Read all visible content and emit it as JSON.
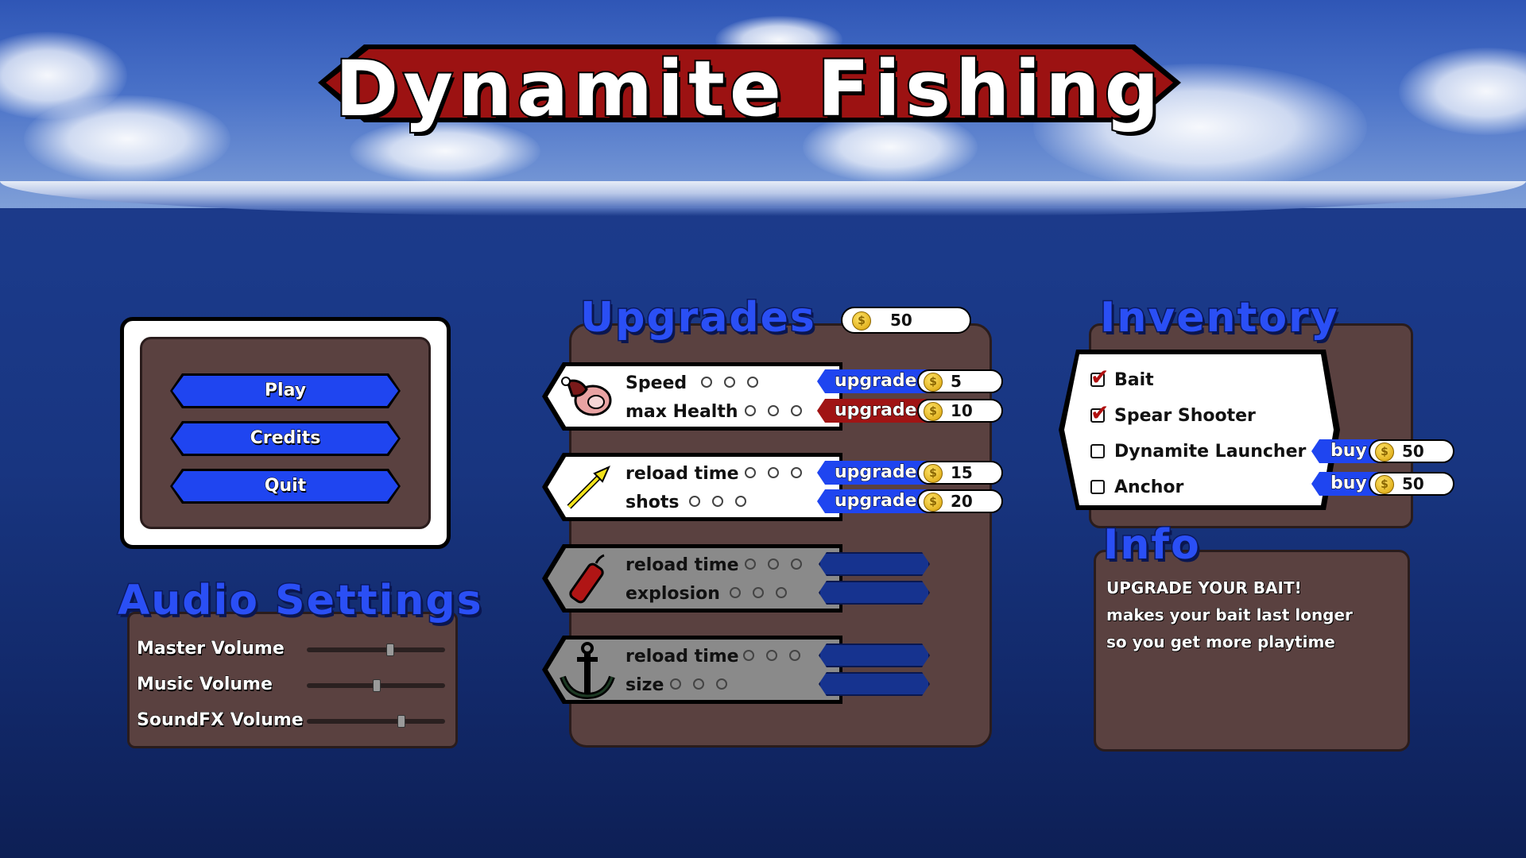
{
  "title": "Dynamite Fishing",
  "colors": {
    "accent_blue": "#1f45f0",
    "danger_red": "#a01414",
    "panel_brown": "#5a4140",
    "banner_red": "#9c1212"
  },
  "menu": {
    "play": "Play",
    "credits": "Credits",
    "quit": "Quit"
  },
  "audio": {
    "heading": "Audio Settings",
    "sliders": [
      {
        "label": "Master Volume",
        "value": 0.6
      },
      {
        "label": "Music Volume",
        "value": 0.5
      },
      {
        "label": "SoundFX Volume",
        "value": 0.68
      }
    ]
  },
  "upgrades": {
    "heading": "Upgrades",
    "coins": "50",
    "cards": [
      {
        "icon": "meat-bait-icon",
        "locked": false,
        "stats": [
          {
            "label": "Speed",
            "dots": 3,
            "button": "upgrade",
            "button_color": "blue",
            "price": "5"
          },
          {
            "label": "max Health",
            "dots": 3,
            "button": "upgrade",
            "button_color": "red",
            "price": "10"
          }
        ]
      },
      {
        "icon": "spear-icon",
        "locked": false,
        "stats": [
          {
            "label": "reload time",
            "dots": 3,
            "button": "upgrade",
            "button_color": "blue",
            "price": "15"
          },
          {
            "label": "shots",
            "dots": 3,
            "button": "upgrade",
            "button_color": "blue",
            "price": "20"
          }
        ]
      },
      {
        "icon": "dynamite-icon",
        "locked": true,
        "stats": [
          {
            "label": "reload time",
            "dots": 3
          },
          {
            "label": "explosion",
            "dots": 3
          }
        ]
      },
      {
        "icon": "anchor-icon",
        "locked": true,
        "stats": [
          {
            "label": "reload time",
            "dots": 3
          },
          {
            "label": "size",
            "dots": 3
          }
        ]
      }
    ]
  },
  "inventory": {
    "heading": "Inventory",
    "items": [
      {
        "label": "Bait",
        "checked": true
      },
      {
        "label": "Spear Shooter",
        "checked": true
      },
      {
        "label": "Dynamite Launcher",
        "checked": false,
        "buy": "buy",
        "price": "50"
      },
      {
        "label": "Anchor",
        "checked": false,
        "buy": "buy",
        "price": "50"
      }
    ]
  },
  "info": {
    "heading": "Info",
    "lines": [
      "UPGRADE YOUR BAIT!",
      "makes your bait last longer",
      "so you get more playtime"
    ]
  },
  "icons": {
    "coin": "$",
    "check": "✔"
  }
}
